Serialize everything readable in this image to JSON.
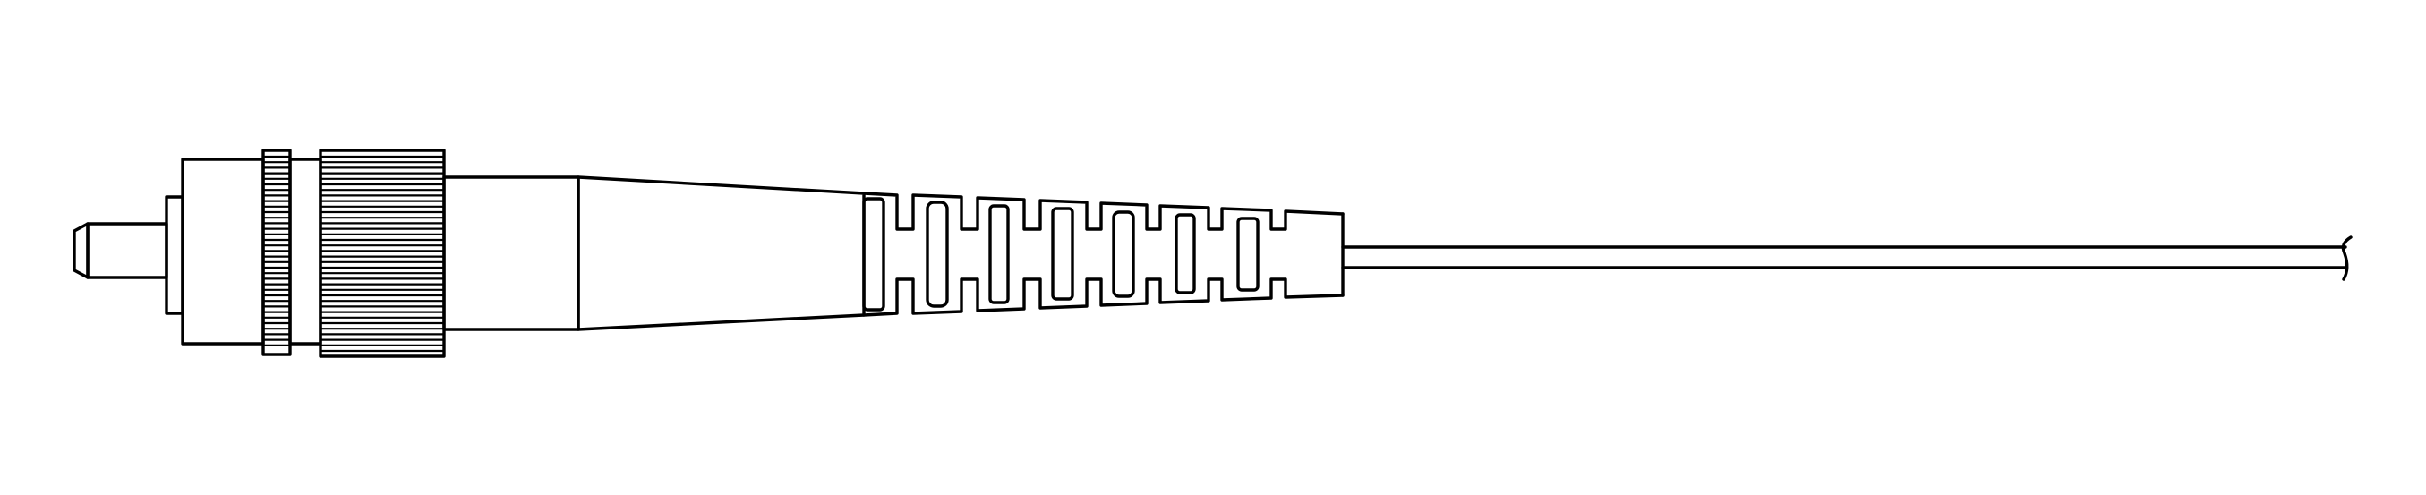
{
  "drawing": {
    "stroke_color": "#000000",
    "background_color": "#ffffff"
  },
  "components": [
    {
      "id": "ferrule",
      "icon": "ferrule-tip-shape"
    },
    {
      "id": "connector-body",
      "icon": "connector-body-shape"
    },
    {
      "id": "knurled-ring",
      "icon": "knurled-ring-shape"
    },
    {
      "id": "coupling-nut",
      "icon": "knurled-coupling-nut-shape"
    },
    {
      "id": "back-shell",
      "icon": "back-shell-shape"
    },
    {
      "id": "strain-relief-boot",
      "icon": "segmented-boot-shape"
    },
    {
      "id": "fiber-cable",
      "icon": "cable-with-break-shape"
    }
  ]
}
